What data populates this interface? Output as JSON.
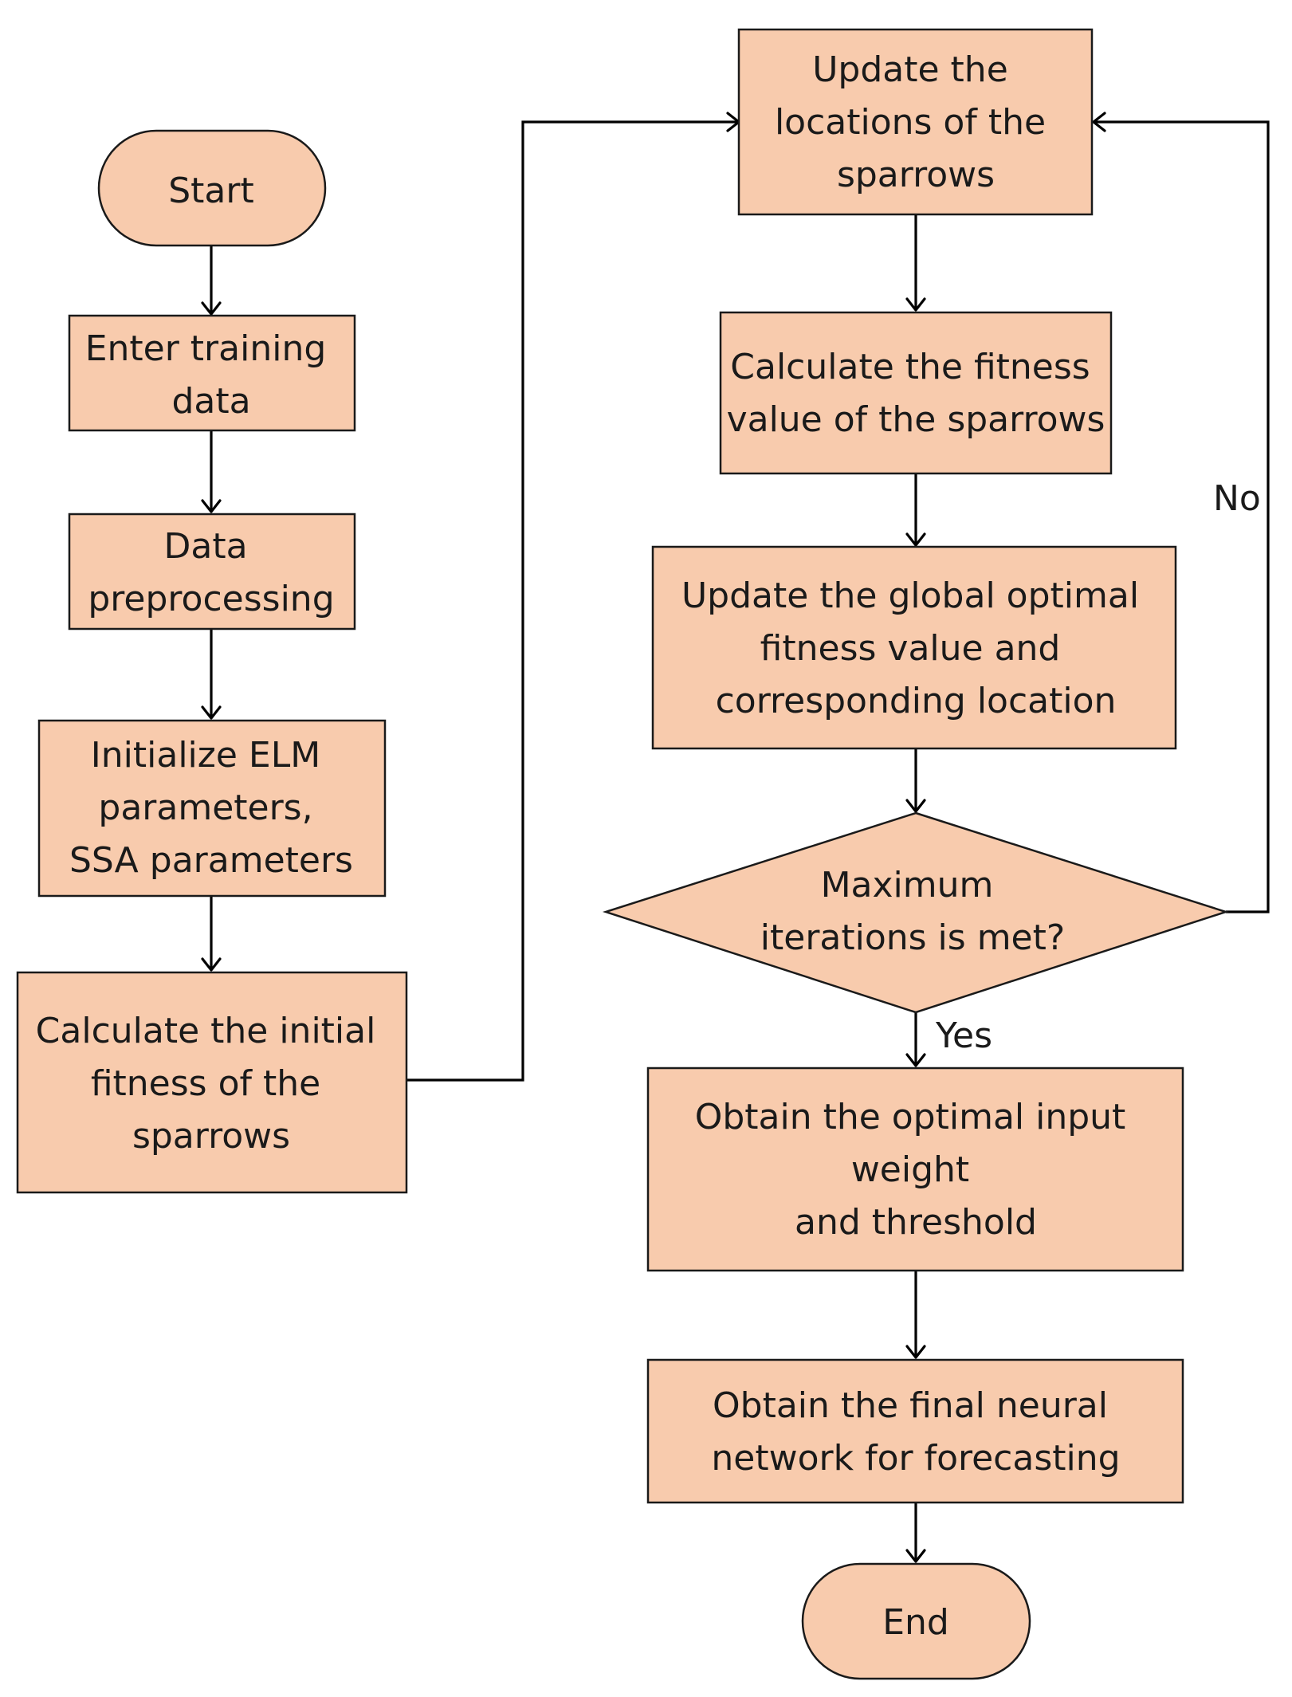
{
  "nodes": {
    "start": [
      "Start"
    ],
    "enter_data": [
      "Enter training",
      "data"
    ],
    "preprocess": [
      "Data",
      "preprocessing"
    ],
    "init_params": [
      "Initialize ELM",
      "parameters,",
      "SSA parameters"
    ],
    "initial_fitness": [
      "Calculate the initial",
      "fitness of the",
      "sparrows"
    ],
    "update_locations": [
      "Update the",
      "locations of the",
      "sparrows"
    ],
    "calc_fitness": [
      "Calculate the fitness",
      "value of the sparrows"
    ],
    "update_global": [
      "Update the global optimal",
      "fitness value and",
      "corresponding location"
    ],
    "decision": [
      "Maximum",
      "iterations is met?"
    ],
    "obtain_weights": [
      "Obtain the optimal input",
      "weight",
      "and threshold"
    ],
    "obtain_network": [
      "Obtain the final neural",
      "network for forecasting"
    ],
    "end": [
      "End"
    ]
  },
  "edge_labels": {
    "no": "No",
    "yes": "Yes"
  },
  "colors": {
    "fill": "#f8cbad",
    "stroke": "#1a1a1a",
    "arrow": "#000000"
  }
}
